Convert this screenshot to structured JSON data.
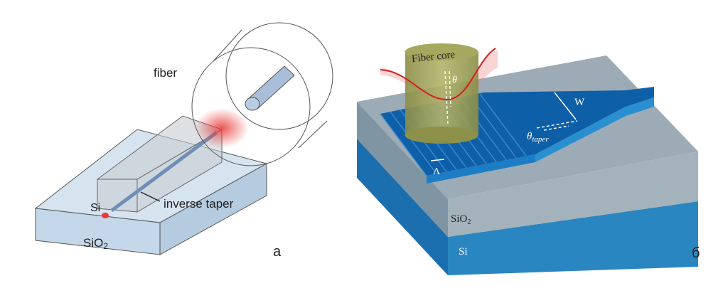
{
  "panel_a": {
    "label": "a",
    "fiber": "fiber",
    "si": "Si",
    "inverse_taper": "inverse taper",
    "sio2": "SiO",
    "sio2_sub": "2"
  },
  "panel_b": {
    "label": "б",
    "fiber_core": "Fiber core",
    "theta": "θ",
    "w": "W",
    "theta_taper": "θ",
    "theta_taper_sub": "taper",
    "lambda": "Λ",
    "sio2": "SiO",
    "sio2_sub": "2",
    "si": "Si"
  },
  "colors": {
    "waveguide": "#0d5fa8",
    "si": "#2a86c0",
    "oxide": "#8fa3b0",
    "fiber": "#9a9a50",
    "glow": "#e83a3a"
  }
}
